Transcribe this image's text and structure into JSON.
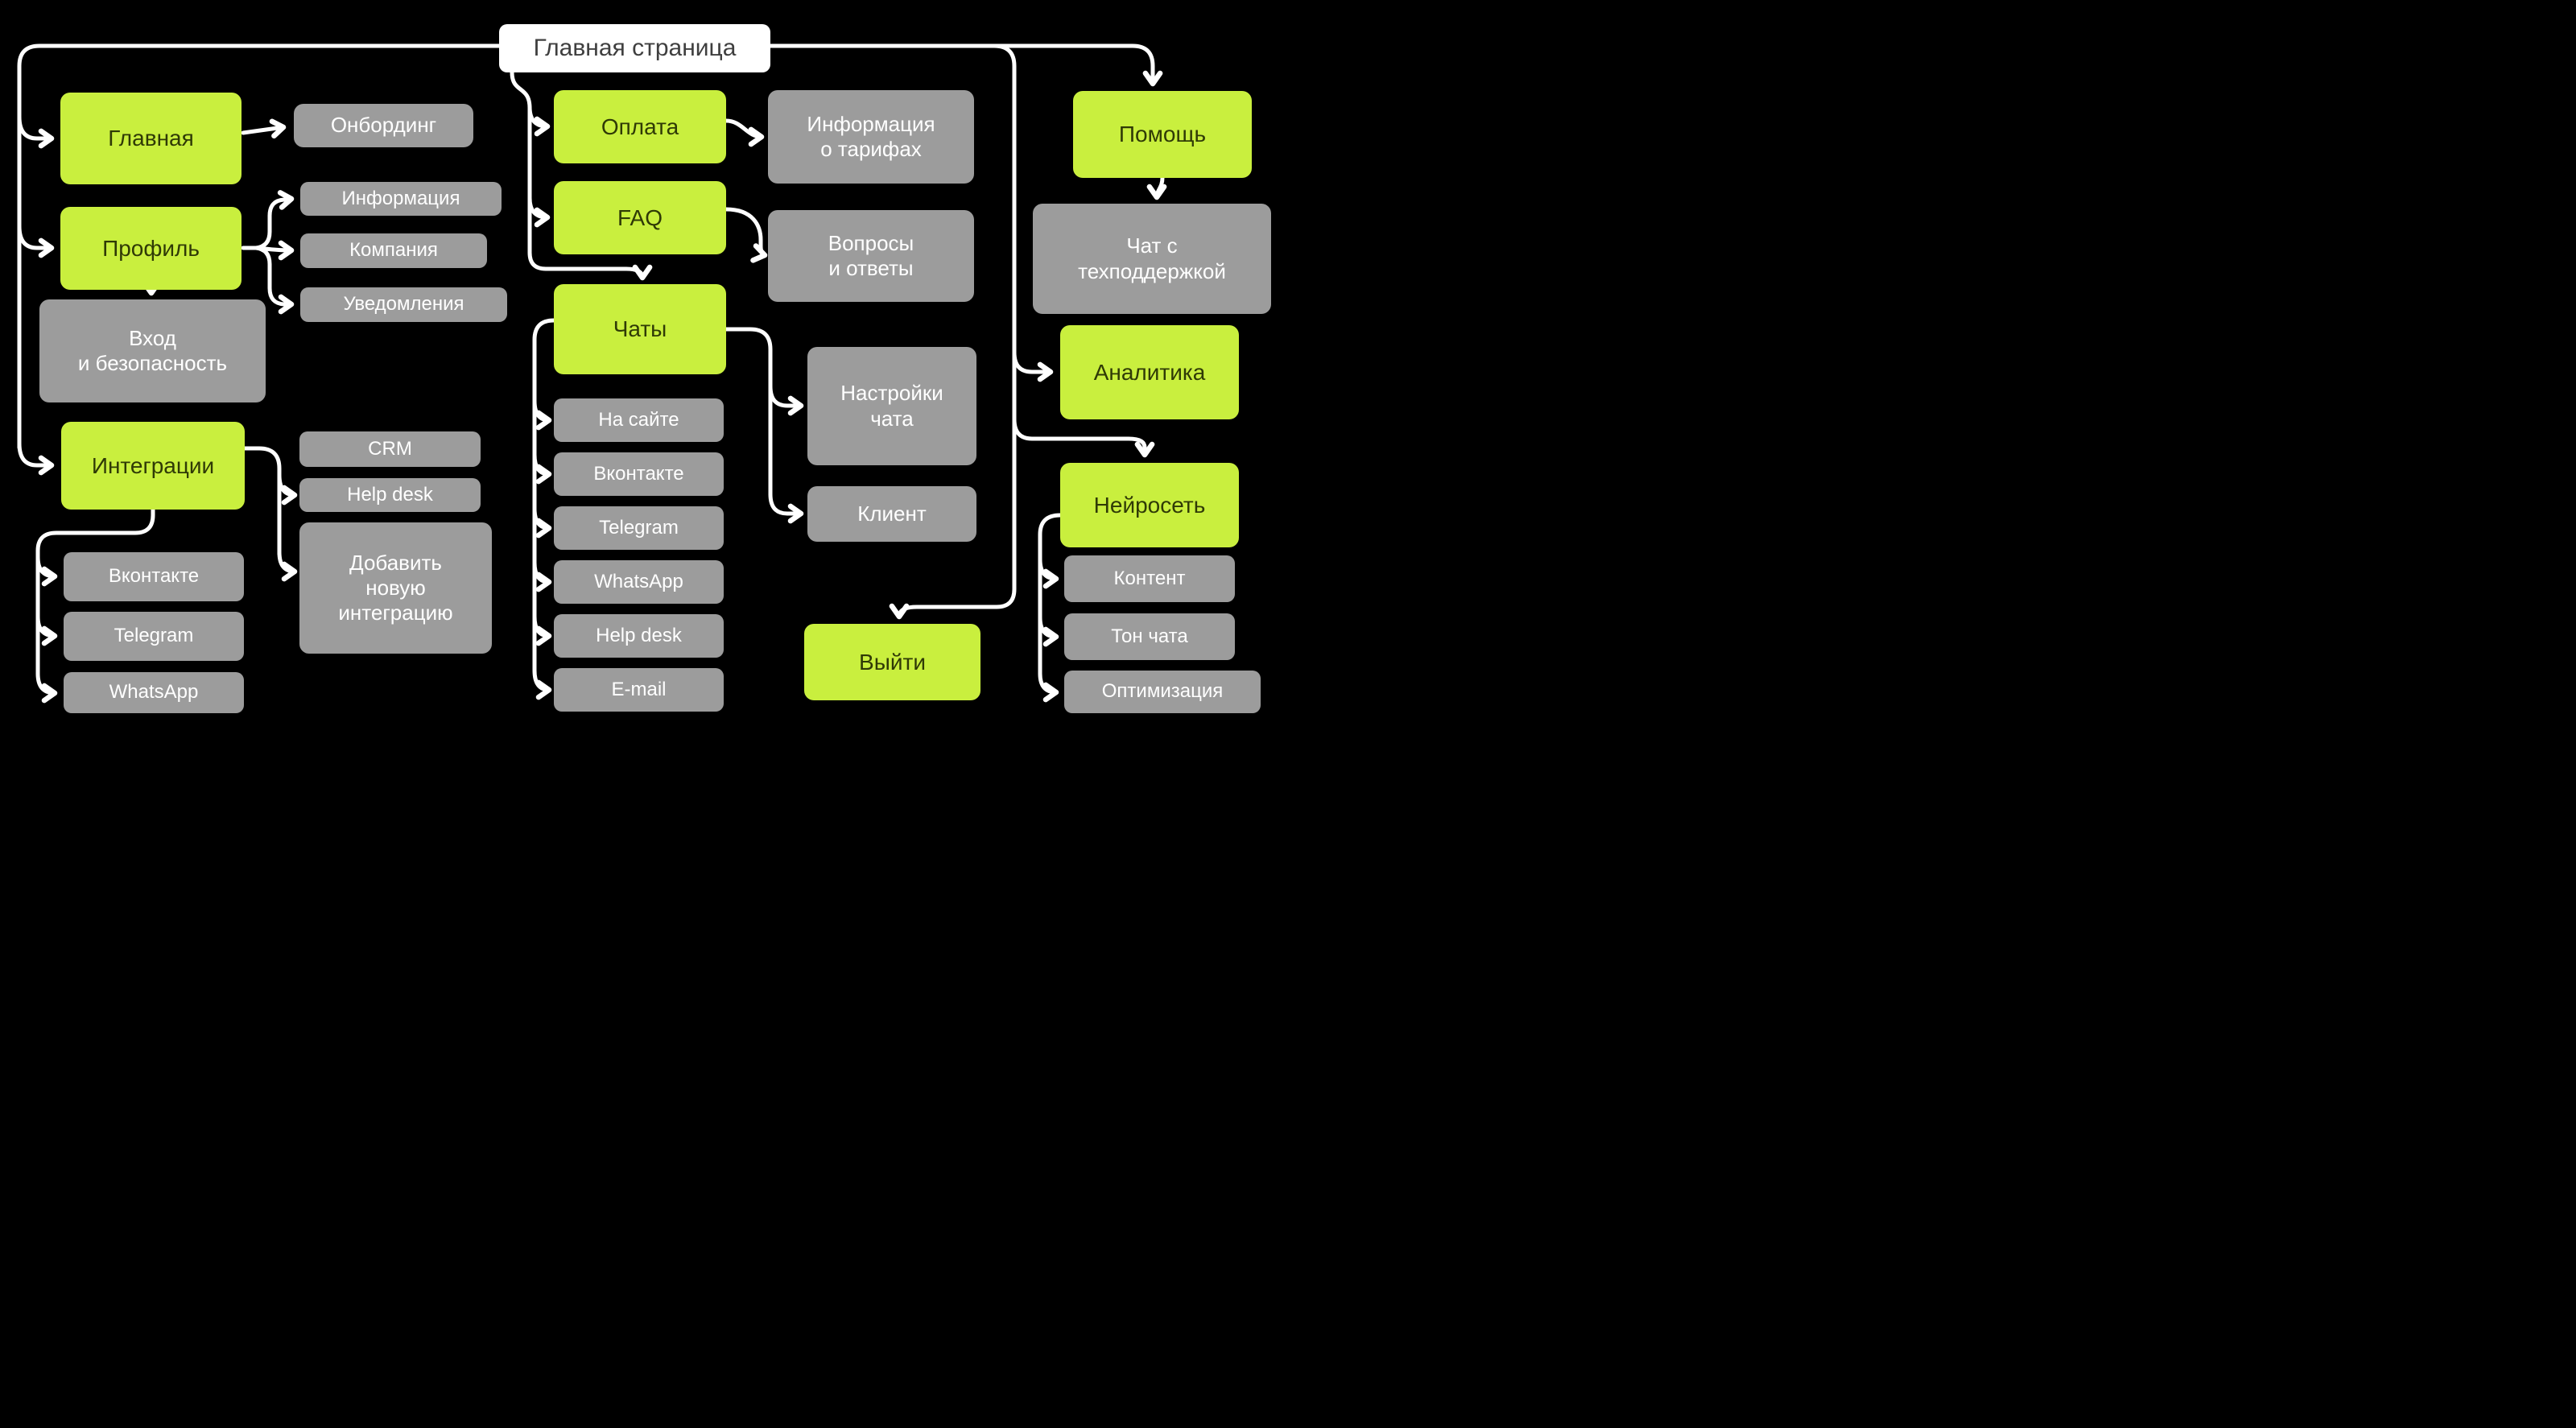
{
  "title": "Главная страница",
  "colors": {
    "accent": "#c9ef3e",
    "gray": "#9c9c9c",
    "background": "#000000",
    "line": "#ffffff",
    "title_bg": "#ffffff",
    "accent_text": "#2f3a06",
    "gray_text": "#ffffff",
    "title_text": "#3f3f3f"
  },
  "nodes": {
    "glavnaya": "Главная",
    "onbording": "Онбординг",
    "profil": "Профиль",
    "informaciya": "Информация",
    "kompaniya": "Компания",
    "uvedomleniya": "Уведомления",
    "vhod": "Вход\nи безопасность",
    "integracii": "Интеграции",
    "crm": "CRM",
    "help_desk_integr": "Help desk",
    "dobavit": "Добавить\nновую\nинтеграцию",
    "vk_integr": "Вконтакте",
    "tg_integr": "Telegram",
    "wa_integr": "WhatsApp",
    "oplata": "Оплата",
    "tarify": "Информация\nо тарифах",
    "faq": "FAQ",
    "voprosy": "Вопросы\nи ответы",
    "chaty": "Чаты",
    "na_sajte": "На сайте",
    "vk_chat": "Вконтакте",
    "tg_chat": "Telegram",
    "wa_chat": "WhatsApp",
    "help_desk_chat": "Help desk",
    "email_chat": "E-mail",
    "nastrojki_chata": "Настройки\nчата",
    "klient": "Клиент",
    "vyjti": "Выйти",
    "pomosh": "Помощь",
    "chat_podderzhka": "Чат с\nтехподдержкой",
    "analitika": "Аналитика",
    "nejroset": "Нейросеть",
    "kontent": "Контент",
    "ton_chata": "Тон чата",
    "optimizaciya": "Оптимизация"
  }
}
